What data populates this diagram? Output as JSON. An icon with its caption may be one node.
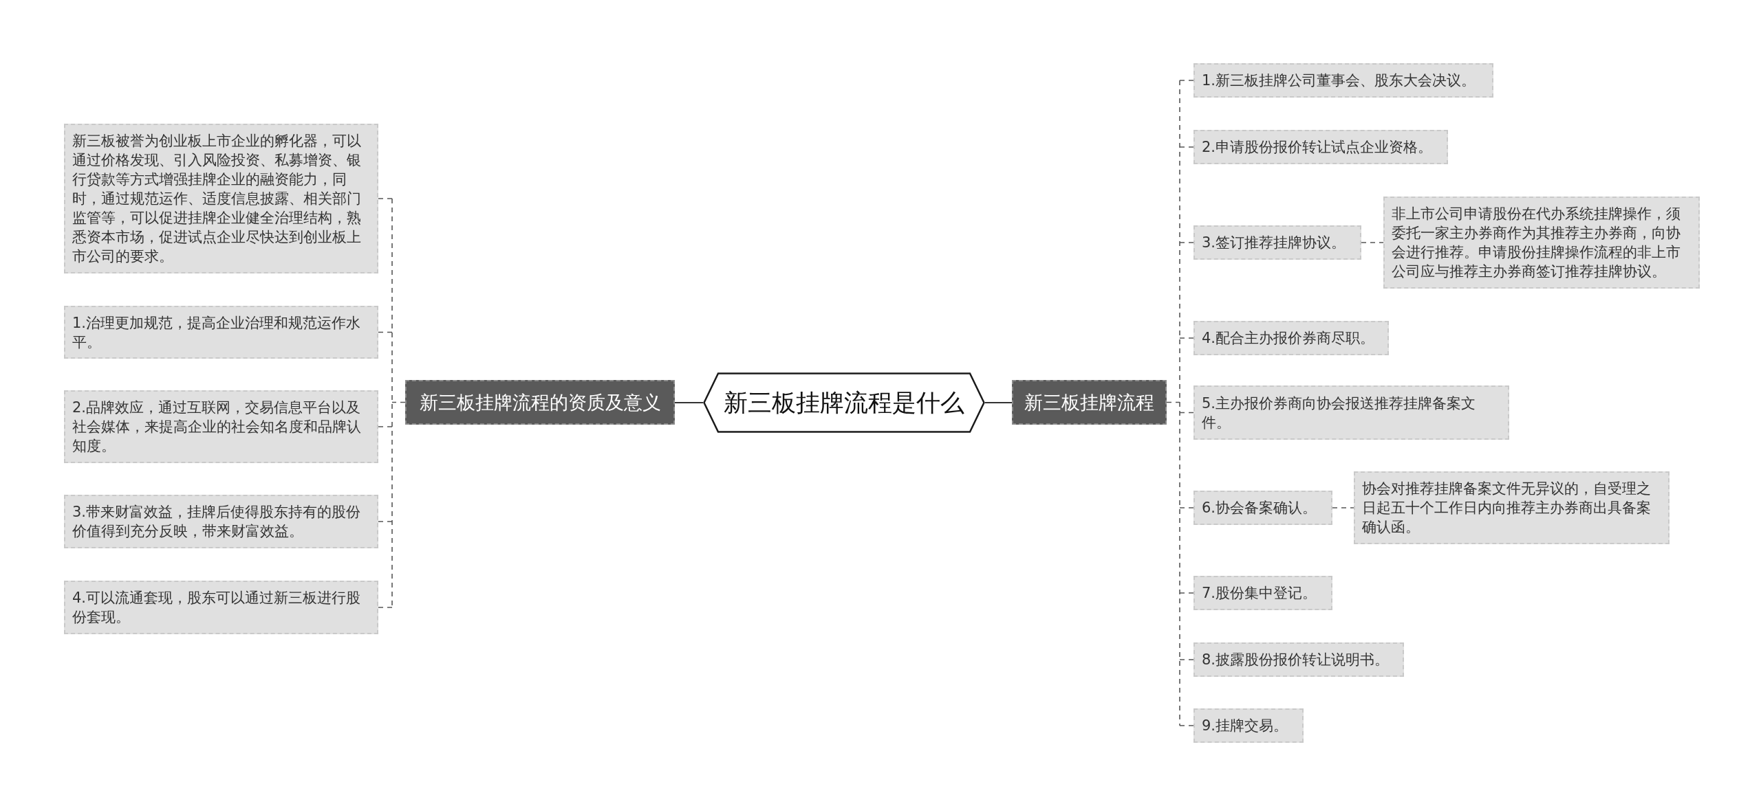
{
  "diagram": {
    "nodes": [
      {
        "text": [
          "新三板挂牌流程是什么"
        ]
      },
      {
        "text": [
          "新三板挂牌流程的资质及意义"
        ]
      },
      {
        "text": [
          "新三板被誉为创业板上市企业的孵化器，可以通过价格发现、引入风险投资、私募增资、银行贷款等方式增强挂牌企业的融资能力，同时，通过规范运作、适度信息披露、相关部门监管等，可以促进挂牌企业健全治理结构，熟悉资本市场，促进试点企业尽快达到创业板上市公司的要求。"
        ]
      },
      {
        "text": [
          "1.治理更加规范，提高企业治理和规范运作水平。"
        ]
      },
      {
        "text": [
          "2.品牌效应，通过互联网，交易信息平台以及社会媒体，来提高企业的社会知名度和品牌认知度。"
        ]
      },
      {
        "text": [
          "3.带来财富效益，挂牌后使得股东持有的股份价值得到充分反映，带来财富效益。"
        ]
      },
      {
        "text": [
          "4.可以流通套现，股东可以通过新三板进行股份套现。"
        ]
      },
      {
        "text": [
          "新三板挂牌流程"
        ]
      },
      {
        "text": [
          "1.新三板挂牌公司董事会、股东大会决议。"
        ]
      },
      {
        "text": [
          "2.申请股份报价转让试点企业资格。"
        ]
      },
      {
        "text": [
          "3.签订推荐挂牌协议。"
        ]
      },
      {
        "text": [
          "非上市公司申请股份在代办系统挂牌操作，须委托一家主办券商作为其推荐主办券商，向协会进行推荐。申请股份挂牌操作流程的非上市公司应与推荐主办券商签订推荐挂牌协议。"
        ]
      },
      {
        "text": [
          "4.配合主办报价券商尽职。"
        ]
      },
      {
        "text": [
          "5.主办报价券商向协会报送推荐挂牌备案文件。"
        ]
      },
      {
        "text": [
          "6.协会备案确认。"
        ]
      },
      {
        "text": [
          "协会对推荐挂牌备案文件无异议的，自受理之日起五十个工作日内向推荐主办券商出具备案确认函。"
        ]
      },
      {
        "text": [
          "7.股份集中登记。"
        ]
      },
      {
        "text": [
          "8.披露股份报价转让说明书。"
        ]
      },
      {
        "text": [
          "9.挂牌交易。"
        ]
      }
    ],
    "edges": [
      {
        "from": 0,
        "to": 1,
        "arrow": "none"
      },
      {
        "from": 0,
        "to": 7,
        "arrow": "none"
      },
      {
        "from": 1,
        "to": 2,
        "arrow": "none",
        "style": "dashed"
      },
      {
        "from": 1,
        "to": 3,
        "arrow": "none",
        "style": "dashed"
      },
      {
        "from": 1,
        "to": 4,
        "arrow": "none",
        "style": "dashed"
      },
      {
        "from": 1,
        "to": 5,
        "arrow": "none",
        "style": "dashed"
      },
      {
        "from": 1,
        "to": 6,
        "arrow": "none",
        "style": "dashed"
      },
      {
        "from": 7,
        "to": 8,
        "arrow": "none",
        "style": "dashed"
      },
      {
        "from": 7,
        "to": 9,
        "arrow": "none",
        "style": "dashed"
      },
      {
        "from": 7,
        "to": 10,
        "arrow": "none",
        "style": "dashed"
      },
      {
        "from": 10,
        "to": 11,
        "arrow": "none",
        "style": "dashed"
      },
      {
        "from": 7,
        "to": 12,
        "arrow": "none",
        "style": "dashed"
      },
      {
        "from": 7,
        "to": 13,
        "arrow": "none",
        "style": "dashed"
      },
      {
        "from": 7,
        "to": 14,
        "arrow": "none",
        "style": "dashed"
      },
      {
        "from": 14,
        "to": 15,
        "arrow": "none",
        "style": "dashed"
      },
      {
        "from": 7,
        "to": 16,
        "arrow": "none",
        "style": "dashed"
      },
      {
        "from": 7,
        "to": 17,
        "arrow": "none",
        "style": "dashed"
      },
      {
        "from": 7,
        "to": 18,
        "arrow": "none",
        "style": "dashed"
      }
    ]
  }
}
